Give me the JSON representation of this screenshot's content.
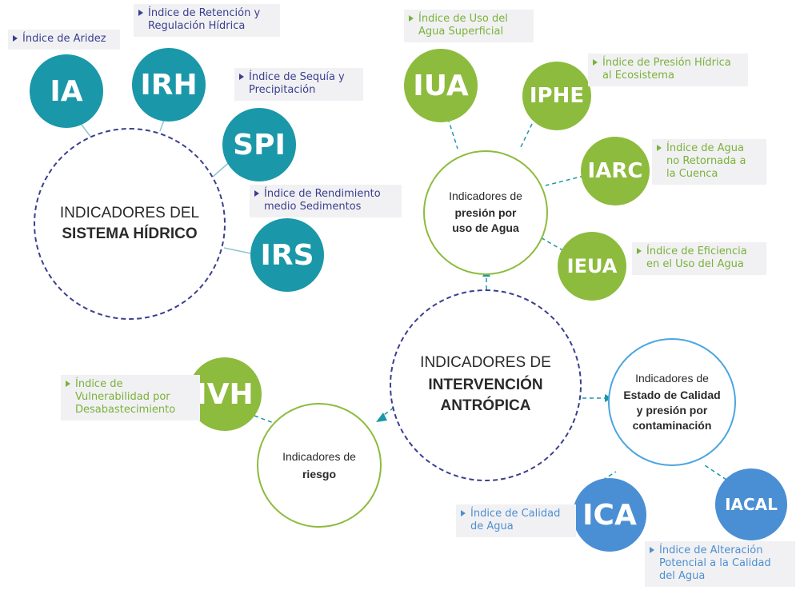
{
  "main_nodes": {
    "sistema": {
      "line1": "INDICADORES DEL",
      "line2": "SISTEMA HÍDRICO"
    },
    "intervencion": {
      "line1": "INDICADORES DE",
      "line2": "INTERVENCIÓN\nANTRÓPICA"
    },
    "presion": {
      "line1": "Indicadores de",
      "line2": "presión por\nuso de Agua"
    },
    "riesgo": {
      "line1": "Indicadores de",
      "line2": "riesgo"
    },
    "calidad": {
      "line1": "Indicadores de",
      "line2": "Estado de Calidad\ny presión por\ncontaminación"
    }
  },
  "indices": [
    {
      "abbr": "IA",
      "label": "Índice de Aridez"
    },
    {
      "abbr": "IRH",
      "label": "Índice de Retención y\nRegulación Hídrica"
    },
    {
      "abbr": "SPI",
      "label": "Índice de Sequía y\nPrecipitación"
    },
    {
      "abbr": "IRS",
      "label": "Índice de Rendimiento\nmedio Sedimentos"
    },
    {
      "abbr": "IUA",
      "label": "Índice de Uso del\nAgua Superficial"
    },
    {
      "abbr": "IPHE",
      "label": "Índice de Presión Hídrica\nal Ecosistema"
    },
    {
      "abbr": "IARC",
      "label": "Índice de Agua\nno Retornada a\nla Cuenca"
    },
    {
      "abbr": "IEUA",
      "label": "Índice de Eficiencia\nen el Uso del Agua"
    },
    {
      "abbr": "IVH",
      "label": "Índice de\nVulnerabilidad por\nDesabastecimiento"
    },
    {
      "abbr": "ICA",
      "label": "Índice de Calidad\nde Agua"
    },
    {
      "abbr": "IACAL",
      "label": "Índice de Alteración\nPotencial a la Calidad\ndel Agua"
    }
  ],
  "colors": {
    "teal": "#1a97a8",
    "green": "#8dbb3d",
    "blue": "#4a8fd4",
    "navy_dashed": "#3b3f8f",
    "label_bg": "#f1f1f3"
  }
}
